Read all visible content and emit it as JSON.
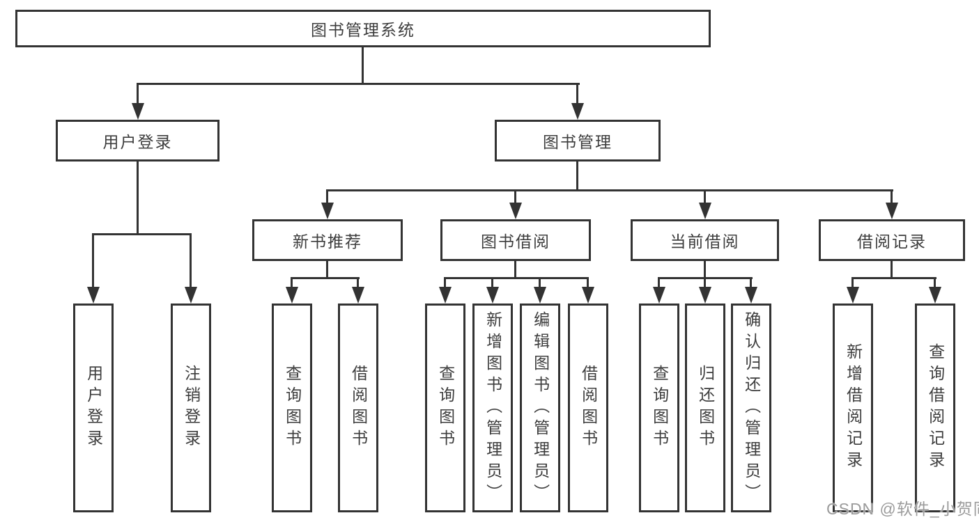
{
  "tree": {
    "root": {
      "label": "图书管理系统"
    },
    "branches": [
      {
        "label": "用户登录",
        "leaves": [
          {
            "label": "用户登录"
          },
          {
            "label": "注销登录"
          }
        ]
      },
      {
        "label": "图书管理",
        "groups": [
          {
            "label": "新书推荐",
            "leaves": [
              {
                "label": "查询图书"
              },
              {
                "label": "借阅图书"
              }
            ]
          },
          {
            "label": "图书借阅",
            "leaves": [
              {
                "label": "查询图书"
              },
              {
                "label": "新增图书（管理员）"
              },
              {
                "label": "编辑图书（管理员）"
              },
              {
                "label": "借阅图书"
              }
            ]
          },
          {
            "label": "当前借阅",
            "leaves": [
              {
                "label": "查询图书"
              },
              {
                "label": "归还图书"
              },
              {
                "label": "确认归还（管理员）"
              }
            ]
          },
          {
            "label": "借阅记录",
            "leaves": [
              {
                "label": "新增借阅记录"
              },
              {
                "label": "查询借阅记录"
              }
            ]
          }
        ]
      }
    ]
  },
  "watermark": {
    "text": "CSDN @软件_小贺同学"
  },
  "colors": {
    "line": "#333333",
    "text": "#3d3d3d",
    "boxbg": "#ffffff",
    "wm": "#9b9b9b"
  }
}
